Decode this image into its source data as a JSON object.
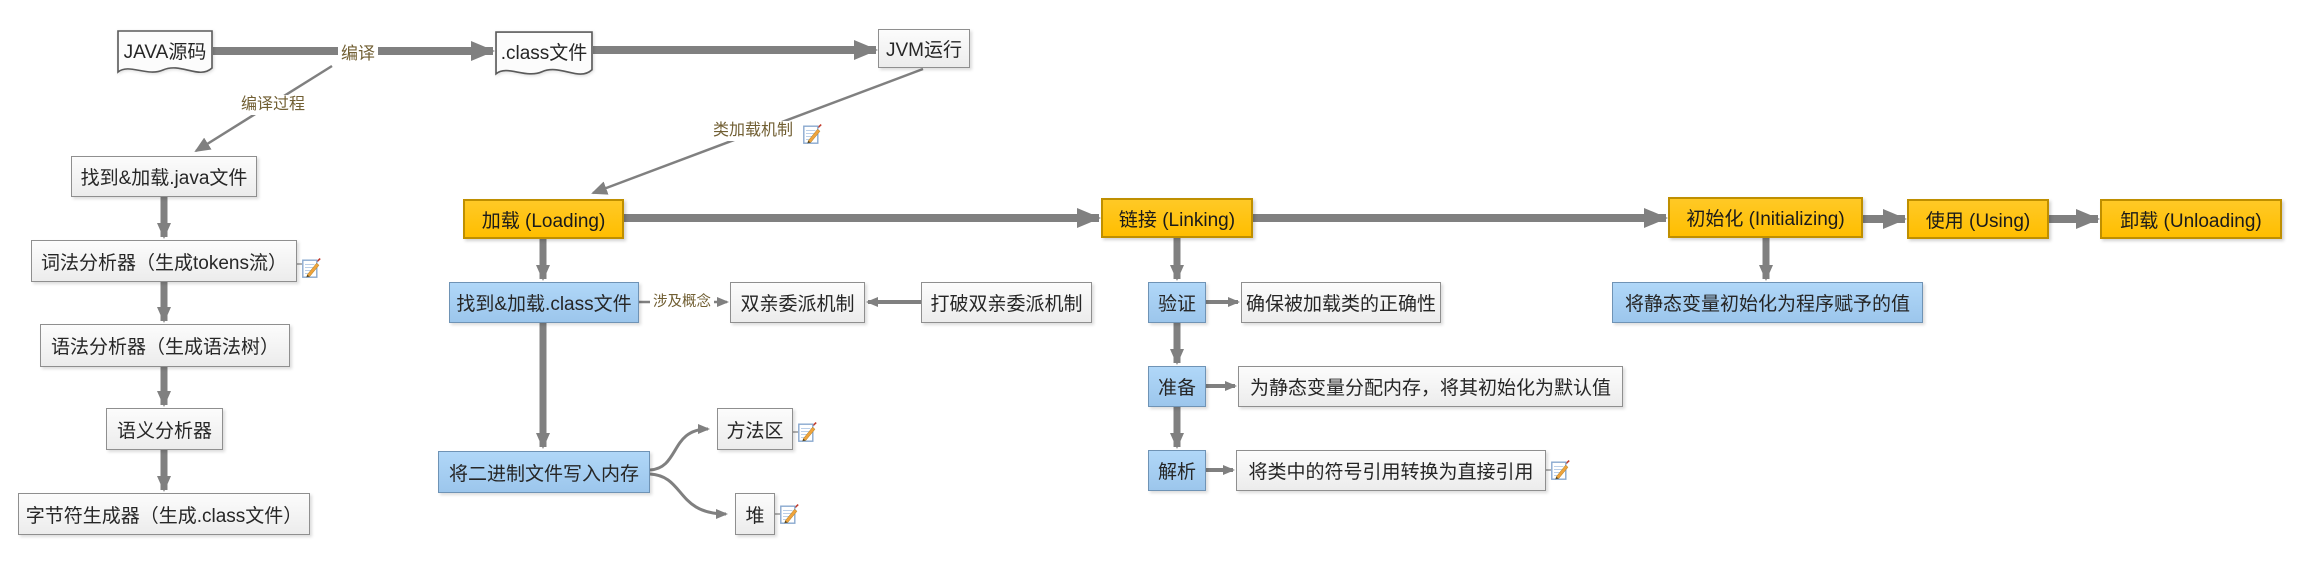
{
  "nodes": {
    "java_source": "JAVA源码",
    "class_file": ".class文件",
    "jvm_run": "JVM运行",
    "find_load_java": "找到&加载.java文件",
    "lexical_analyzer": "词法分析器（生成tokens流）",
    "syntax_analyzer": "语法分析器（生成语法树）",
    "semantic_analyzer": "语义分析器",
    "bytecode_generator": "字节符生成器（生成.class文件）",
    "loading": "加载 (Loading)",
    "linking": "链接 (Linking)",
    "initializing": "初始化 (Initializing)",
    "using": "使用 (Using)",
    "unloading": "卸载 (Unloading)",
    "find_load_class": "找到&加载.class文件",
    "parent_delegation": "双亲委派机制",
    "break_parent_delegation": "打破双亲委派机制",
    "write_binary_to_memory": "将二进制文件写入内存",
    "method_area": "方法区",
    "heap": "堆",
    "verification": "验证",
    "verification_desc": "确保被加载类的正确性",
    "preparation": "准备",
    "preparation_desc": "为静态变量分配内存，将其初始化为默认值",
    "resolution": "解析",
    "resolution_desc": "将类中的符号引用转换为直接引用",
    "initializing_desc": "将静态变量初始化为程序赋予的值"
  },
  "edge_labels": {
    "compile": "编译",
    "compile_process": "编译过程",
    "class_load_mechanism": "类加载机制",
    "involved_concept": "涉及概念"
  },
  "edges": [
    {
      "from": "java_source",
      "to": "class_file",
      "label": "编译",
      "style": "thick"
    },
    {
      "from": "class_file",
      "to": "jvm_run",
      "style": "thick"
    },
    {
      "from": "compile_label",
      "to": "find_load_java",
      "label": "编译过程",
      "style": "thin"
    },
    {
      "from": "find_load_java",
      "to": "lexical_analyzer",
      "style": "arrow"
    },
    {
      "from": "lexical_analyzer",
      "to": "syntax_analyzer",
      "style": "arrow"
    },
    {
      "from": "syntax_analyzer",
      "to": "semantic_analyzer",
      "style": "arrow"
    },
    {
      "from": "semantic_analyzer",
      "to": "bytecode_generator",
      "style": "arrow"
    },
    {
      "from": "jvm_run",
      "to": "loading",
      "label": "类加载机制",
      "style": "thin"
    },
    {
      "from": "loading",
      "to": "linking",
      "style": "thick"
    },
    {
      "from": "linking",
      "to": "initializing",
      "style": "thick"
    },
    {
      "from": "initializing",
      "to": "using",
      "style": "thick"
    },
    {
      "from": "using",
      "to": "unloading",
      "style": "thick"
    },
    {
      "from": "loading",
      "to": "find_load_class",
      "style": "arrow"
    },
    {
      "from": "find_load_class",
      "to": "parent_delegation",
      "label": "涉及概念",
      "style": "small"
    },
    {
      "from": "break_parent_delegation",
      "to": "parent_delegation",
      "style": "small"
    },
    {
      "from": "find_load_class",
      "to": "write_binary_to_memory",
      "style": "arrow"
    },
    {
      "from": "write_binary_to_memory",
      "to": "method_area",
      "style": "curve"
    },
    {
      "from": "write_binary_to_memory",
      "to": "heap",
      "style": "curve"
    },
    {
      "from": "linking",
      "to": "verification",
      "style": "arrow"
    },
    {
      "from": "verification",
      "to": "verification_desc",
      "style": "small"
    },
    {
      "from": "verification",
      "to": "preparation",
      "style": "arrow"
    },
    {
      "from": "preparation",
      "to": "preparation_desc",
      "style": "small"
    },
    {
      "from": "preparation",
      "to": "resolution",
      "style": "arrow"
    },
    {
      "from": "resolution",
      "to": "resolution_desc",
      "style": "small"
    },
    {
      "from": "initializing",
      "to": "initializing_desc",
      "style": "arrow"
    }
  ],
  "note_icon_on": [
    "lexical_analyzer",
    "class_load_mechanism_label",
    "method_area",
    "heap",
    "resolution_desc"
  ],
  "icons": {
    "note": "note-edit-icon (paper with pencil)"
  },
  "colors": {
    "stage_fill": "#FFC000",
    "stage_border": "#BF8F00",
    "step_fill": "#A6D1F5",
    "step_border": "#6F93B5",
    "plain_fill": "#F2F2F2",
    "plain_border": "#8F8F8F",
    "connector": "#808080",
    "edge_label_text": "#715F33",
    "node_text": "#262626",
    "background": "#FFFFFF"
  }
}
